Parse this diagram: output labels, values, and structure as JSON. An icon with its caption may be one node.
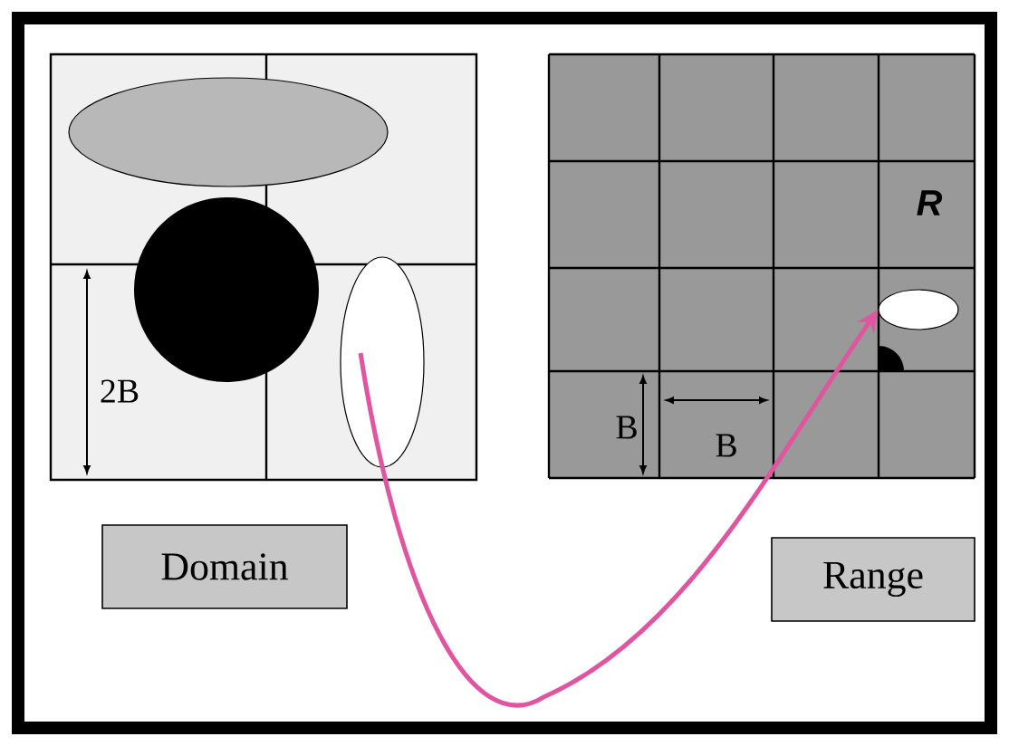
{
  "diagram": {
    "nodes": [
      {
        "text": [
          "Domain"
        ]
      },
      {
        "text": [
          "Range"
        ]
      },
      {
        "text": [],
        "shape": "ellipse"
      },
      {
        "text": [],
        "shape": "ellipse"
      }
    ],
    "edges": [
      {
        "from": 2,
        "to": 3,
        "arrow": "to",
        "color": "#e0559f"
      }
    ],
    "labels": [
      "2B",
      "R",
      "B",
      "B"
    ]
  }
}
